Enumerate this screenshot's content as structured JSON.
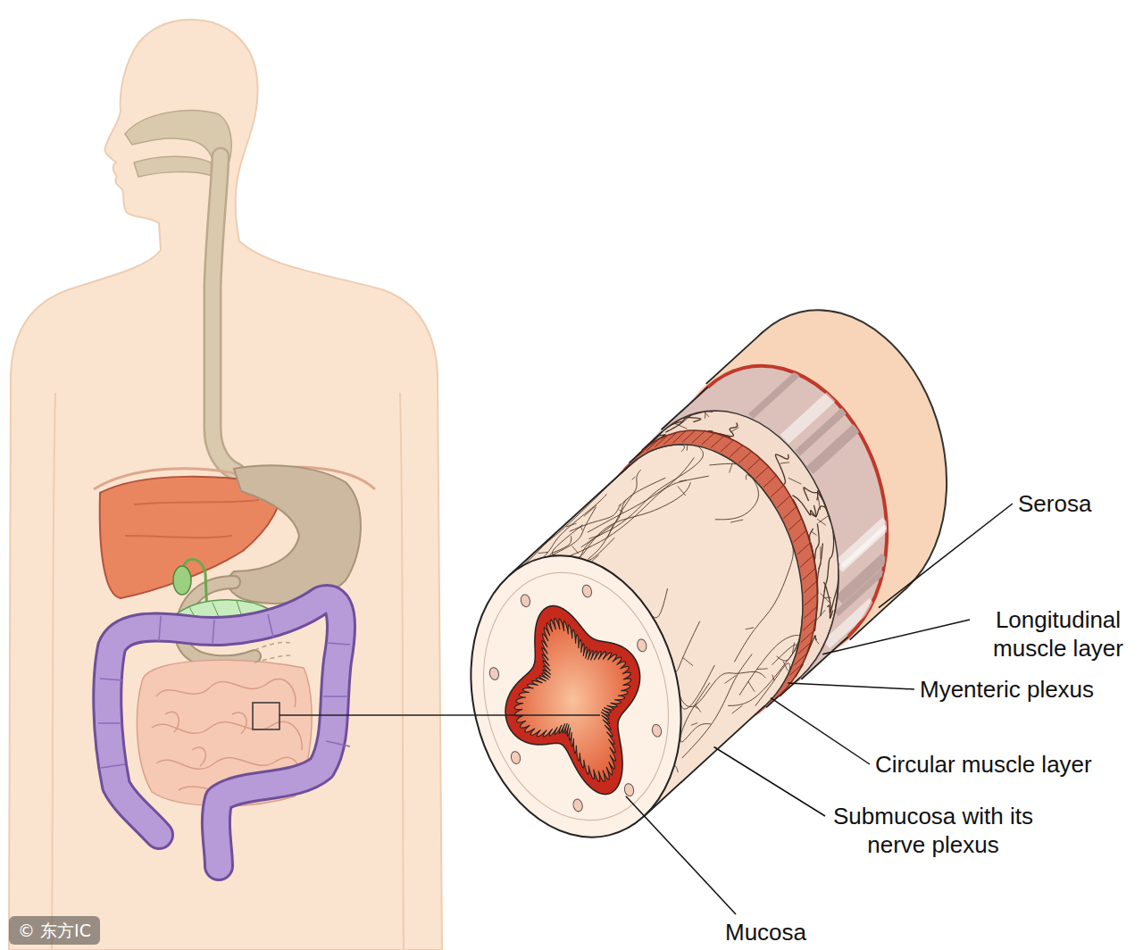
{
  "diagram": {
    "labels": [
      "Serosa",
      "Longitudinal muscle layer",
      "Myenteric plexus",
      "Circular muscle layer",
      "Submucosa with its nerve plexus",
      "Mucosa",
      "© 东方IC"
    ]
  }
}
